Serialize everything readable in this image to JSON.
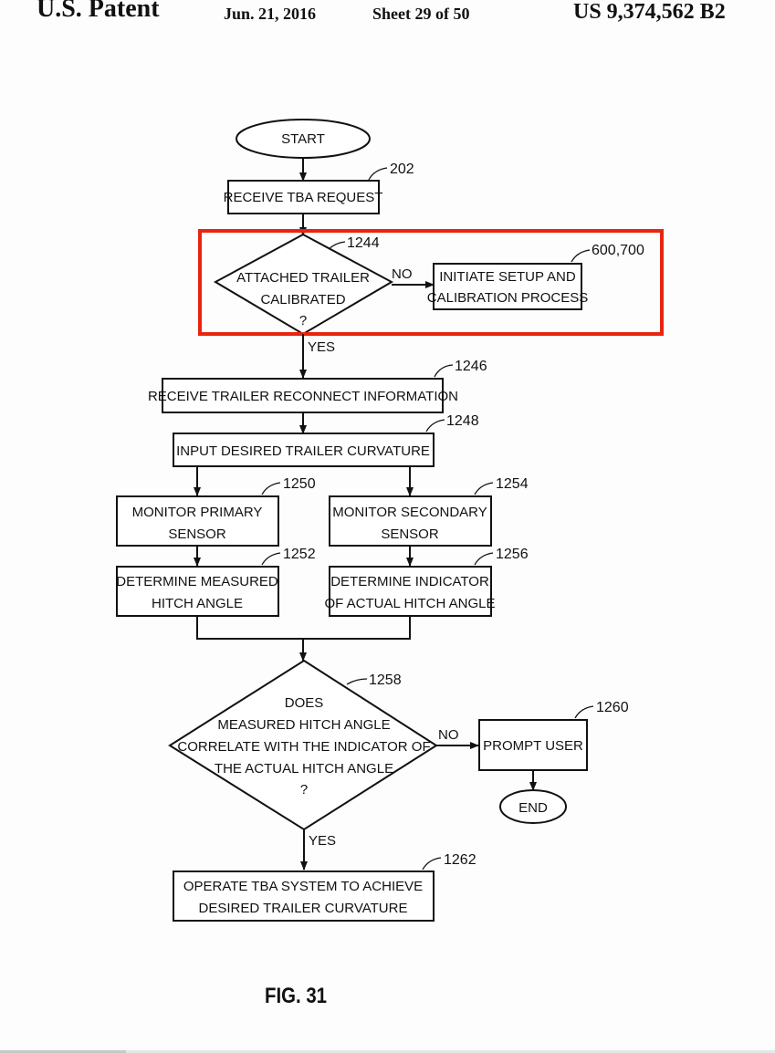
{
  "header": {
    "title": "U.S. Patent",
    "date": "Jun. 21, 2016",
    "sheet": "Sheet 29 of 50",
    "patent_number": "US 9,374,562 B2"
  },
  "highlight": {
    "color": "#e8250f"
  },
  "flowchart": {
    "start": {
      "label": "START"
    },
    "n202": {
      "lines": [
        "RECEIVE TBA REQUEST"
      ],
      "ref": "202"
    },
    "n1244": {
      "lines": [
        "ATTACHED TRAILER",
        "CALIBRATED",
        "?"
      ],
      "ref": "1244"
    },
    "n600": {
      "lines": [
        "INITIATE SETUP AND",
        "CALIBRATION PROCESS"
      ],
      "ref": "600,700"
    },
    "n1246": {
      "lines": [
        "RECEIVE TRAILER RECONNECT INFORMATION"
      ],
      "ref": "1246"
    },
    "n1248": {
      "lines": [
        "INPUT DESIRED TRAILER CURVATURE"
      ],
      "ref": "1248"
    },
    "n1250": {
      "lines": [
        "MONITOR PRIMARY",
        "SENSOR"
      ],
      "ref": "1250"
    },
    "n1252": {
      "lines": [
        "DETERMINE MEASURED",
        "HITCH ANGLE"
      ],
      "ref": "1252"
    },
    "n1254": {
      "lines": [
        "MONITOR SECONDARY",
        "SENSOR"
      ],
      "ref": "1254"
    },
    "n1256": {
      "lines": [
        "DETERMINE INDICATOR",
        "OF ACTUAL HITCH ANGLE"
      ],
      "ref": "1256"
    },
    "n1258": {
      "lines": [
        "DOES",
        "MEASURED HITCH ANGLE",
        "CORRELATE WITH THE INDICATOR OF",
        "THE ACTUAL HITCH ANGLE",
        "?"
      ],
      "ref": "1258"
    },
    "n1260": {
      "lines": [
        "PROMPT USER"
      ],
      "ref": "1260"
    },
    "end": {
      "label": "END"
    },
    "n1262": {
      "lines": [
        "OPERATE TBA SYSTEM TO ACHIEVE",
        "DESIRED TRAILER CURVATURE"
      ],
      "ref": "1262"
    },
    "edges": {
      "no1": "NO",
      "yes1": "YES",
      "no2": "NO",
      "yes2": "YES"
    }
  },
  "figure_label": "FIG. 31"
}
